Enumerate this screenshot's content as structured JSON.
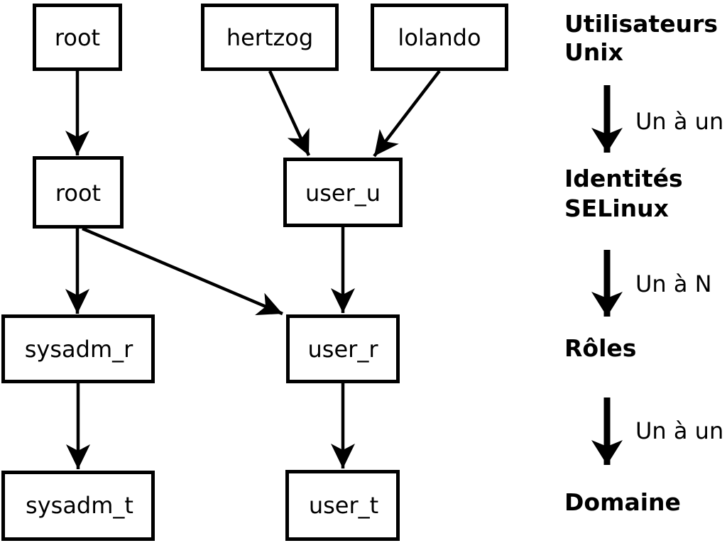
{
  "diagram": {
    "nodes": {
      "unix_root": {
        "label": "root"
      },
      "unix_hertzog": {
        "label": "hertzog"
      },
      "unix_lolando": {
        "label": "lolando"
      },
      "identity_root": {
        "label": "root"
      },
      "identity_user_u": {
        "label": "user_u"
      },
      "role_sysadm_r": {
        "label": "sysadm_r"
      },
      "role_user_r": {
        "label": "user_r"
      },
      "domain_sysadm_t": {
        "label": "sysadm_t"
      },
      "domain_user_t": {
        "label": "user_t"
      }
    },
    "edges": [
      {
        "from": "unix_root",
        "to": "identity_root"
      },
      {
        "from": "unix_hertzog",
        "to": "identity_user_u"
      },
      {
        "from": "unix_lolando",
        "to": "identity_user_u"
      },
      {
        "from": "identity_root",
        "to": "role_sysadm_r"
      },
      {
        "from": "identity_root",
        "to": "role_user_r"
      },
      {
        "from": "identity_user_u",
        "to": "role_user_r"
      },
      {
        "from": "role_sysadm_r",
        "to": "domain_sysadm_t"
      },
      {
        "from": "role_user_r",
        "to": "domain_user_t"
      }
    ],
    "legend": {
      "level1_line1": "Utilisateurs",
      "level1_line2": "Unix",
      "relation1": "Un à un",
      "level2_line1": "Identités",
      "level2_line2": "SELinux",
      "relation2": "Un à N",
      "level3": "Rôles",
      "relation3": "Un à un",
      "level4": "Domaine"
    },
    "colors": {
      "foreground": "#000000",
      "background": "#ffffff"
    }
  }
}
